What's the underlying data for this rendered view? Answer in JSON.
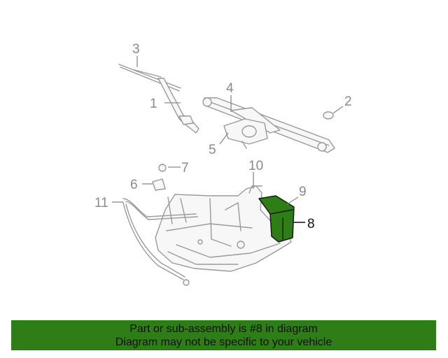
{
  "diagram": {
    "callouts": [
      {
        "id": "1",
        "label": "1"
      },
      {
        "id": "2",
        "label": "2"
      },
      {
        "id": "3",
        "label": "3"
      },
      {
        "id": "4",
        "label": "4"
      },
      {
        "id": "5",
        "label": "5"
      },
      {
        "id": "6",
        "label": "6"
      },
      {
        "id": "7",
        "label": "7"
      },
      {
        "id": "8",
        "label": "8",
        "highlighted": true
      },
      {
        "id": "9",
        "label": "9"
      },
      {
        "id": "10",
        "label": "10"
      },
      {
        "id": "11",
        "label": "11"
      }
    ],
    "highlight_color": "#2e7d16"
  },
  "footer": {
    "line1": "Part or sub-assembly is #8 in diagram",
    "line2": "Diagram may not be specific to your vehicle",
    "background": "#2e7d16"
  }
}
